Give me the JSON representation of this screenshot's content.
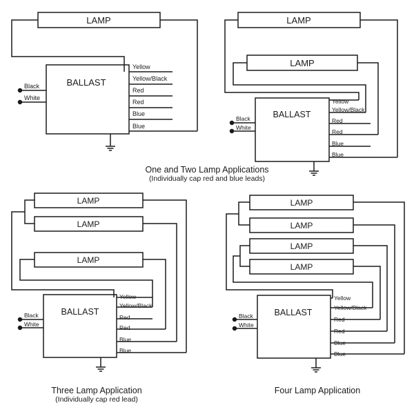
{
  "labels": {
    "lamp": "LAMP",
    "ballast": "BALLAST",
    "input_wires": [
      "Black",
      "White"
    ],
    "output_wires": [
      "Yellow",
      "Yellow/Black",
      "Red",
      "Red",
      "Blue",
      "Blue"
    ]
  },
  "captions": {
    "one_two": {
      "title": "One and Two Lamp Applications",
      "note": "(Individually cap red and blue leads)"
    },
    "three": {
      "title": "Three Lamp Application",
      "note": "(Individually cap red lead)"
    },
    "four": {
      "title": "Four Lamp Application",
      "note": ""
    }
  },
  "diagrams": [
    {
      "id": "one-lamp",
      "lamps": 1
    },
    {
      "id": "two-lamp",
      "lamps": 2
    },
    {
      "id": "three-lamp",
      "lamps": 3
    },
    {
      "id": "four-lamp",
      "lamps": 4
    }
  ]
}
